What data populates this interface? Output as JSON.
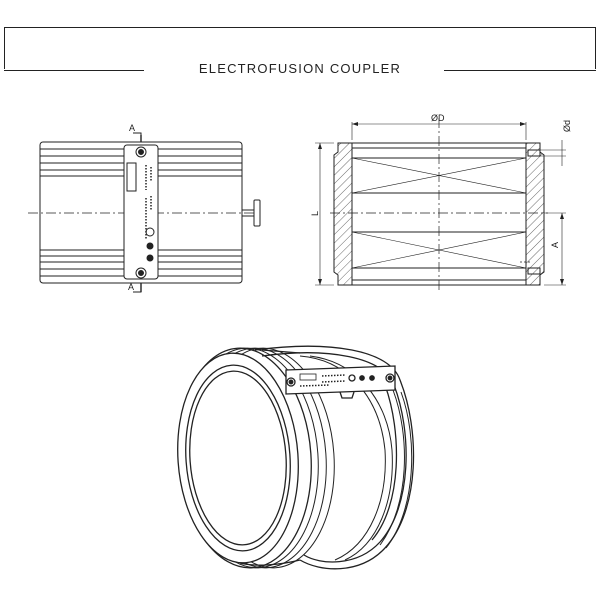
{
  "title": "ELECTROFUSION COUPLER",
  "labels": {
    "section_mark_top": "A",
    "section_mark_bottom": "A",
    "outer_diameter": "ØD",
    "small_diameter": "Ød",
    "length": "L",
    "depth": "A"
  },
  "colors": {
    "line": "#222222",
    "background": "#ffffff"
  }
}
